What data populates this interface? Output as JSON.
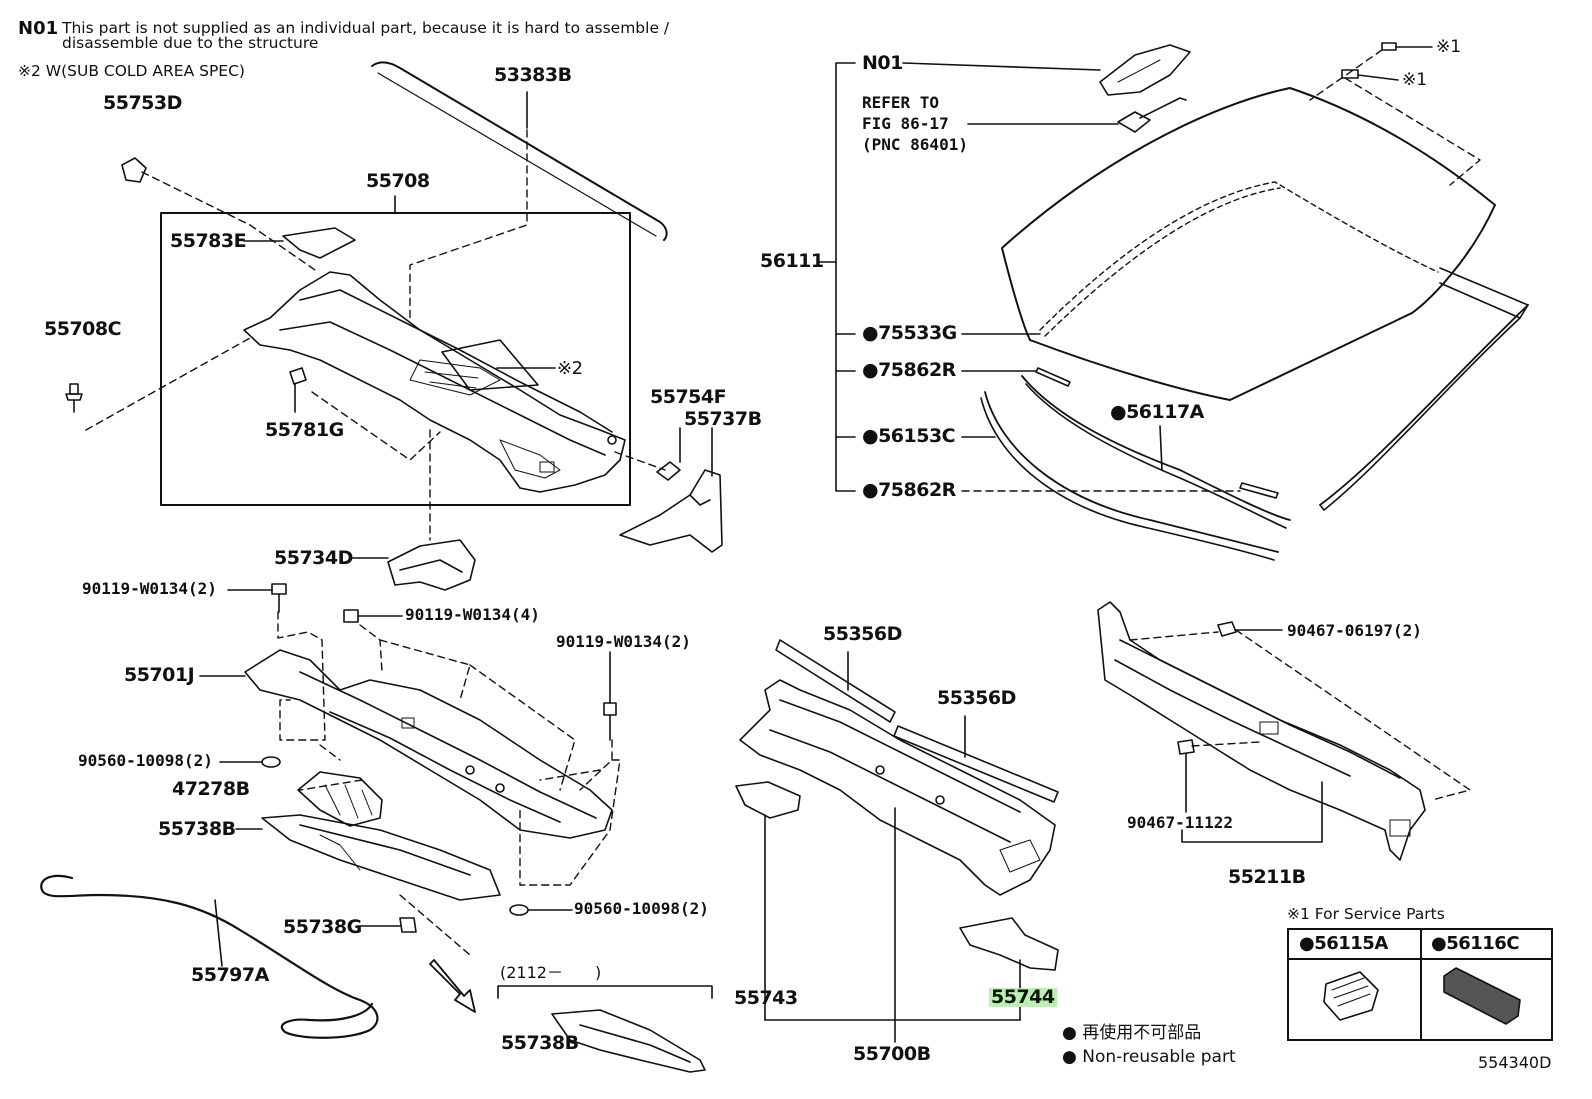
{
  "notes": {
    "n01_code": "N01",
    "n01_line1": "This part is not supplied as an individual part, because it is hard to assemble /",
    "n01_line2": "disassemble due to the structure",
    "note2": "※2 W(SUB COLD AREA SPEC)"
  },
  "labels": {
    "p53383B": "53383B",
    "p55753D": "55753D",
    "p55708": "55708",
    "p55783E": "55783E",
    "p55708C": "55708C",
    "mark2": "※2",
    "p55781G": "55781G",
    "p55754F": "55754F",
    "p55737B": "55737B",
    "p55734D": "55734D",
    "p90119a": "90119-W0134(2)",
    "p90119b": "90119-W0134(4)",
    "p90119c": "90119-W0134(2)",
    "p55701J": "55701J",
    "p90560a": "90560-10098(2)",
    "p47278B": "47278B",
    "p55738B": "55738B",
    "p55738G": "55738G",
    "p90560b": "90560-10098(2)",
    "p55797A": "55797A",
    "date_range": "(2112－　　)",
    "p55738B_2": "55738B",
    "pN01": "N01",
    "refer1": "REFER TO",
    "refer2": "FIG 86-17",
    "refer3": "(PNC 86401)",
    "mark1a": "※1",
    "mark1b": "※1",
    "p56111": "56111",
    "p75533G": "●75533G",
    "p75862R": "●75862R",
    "p56153C": "●56153C",
    "p56117A": "●56117A",
    "p75862R_2": "●75862R",
    "p55356D": "55356D",
    "p55356D_2": "55356D",
    "p55743": "55743",
    "p55744": "55744",
    "p55700B": "55700B",
    "p90467a": "90467-06197(2)",
    "p90467b": "90467-11122",
    "p55211B": "55211B"
  },
  "legend": {
    "title": "※1 For Service Parts",
    "left": "●56115A",
    "right": "●56116C"
  },
  "footer": {
    "jp": "● 再使用不可部品",
    "en": "● Non-reusable part",
    "figure_id": "554340D"
  }
}
